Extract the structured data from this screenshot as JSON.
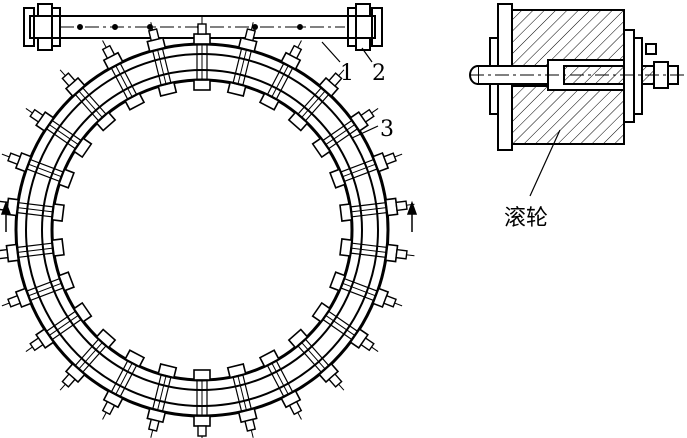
{
  "labels": {
    "part1": "1",
    "part2": "2",
    "part3": "3",
    "roller": "滚轮"
  },
  "colors": {
    "ink": "#000000",
    "paper": "#ffffff"
  },
  "figure": {
    "roller_count": 26
  }
}
